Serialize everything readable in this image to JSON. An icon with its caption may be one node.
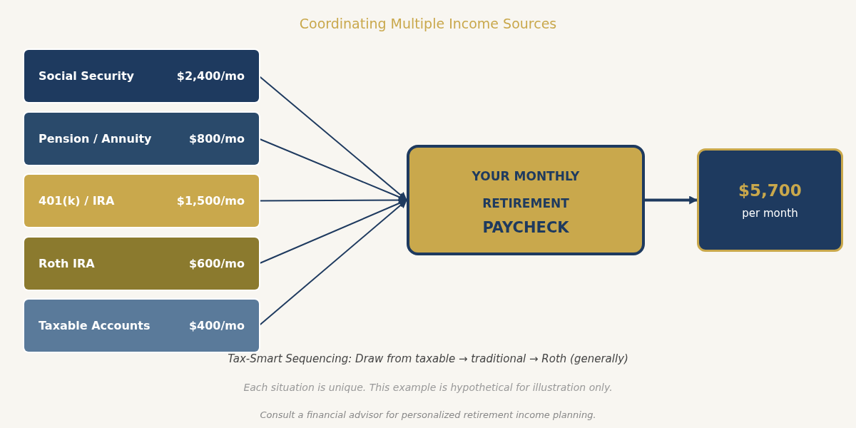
{
  "diagram": {
    "nodes": [
      {
        "text": [
          "Social Security",
          "$2,400/mo"
        ]
      },
      {
        "text": [
          "Pension / Annuity",
          "$800/mo"
        ]
      },
      {
        "text": [
          "401(k) / IRA",
          "$1,500/mo"
        ]
      },
      {
        "text": [
          "Roth IRA",
          "$600/mo"
        ]
      },
      {
        "text": [
          "Taxable Accounts",
          "$400/mo"
        ]
      },
      {
        "text": [
          "YOUR MONTHLY RETIREMENT",
          "PAYCHECK"
        ]
      },
      {
        "text": [
          "$5,700",
          "per month"
        ]
      }
    ],
    "edges": [
      {
        "from": 0,
        "to": 5,
        "arrow": "to"
      },
      {
        "from": 1,
        "to": 5,
        "arrow": "to"
      },
      {
        "from": 2,
        "to": 5,
        "arrow": "to"
      },
      {
        "from": 3,
        "to": 5,
        "arrow": "to"
      },
      {
        "from": 4,
        "to": 5,
        "arrow": "to"
      },
      {
        "from": 5,
        "to": 6,
        "arrow": "to",
        "style": "thick"
      }
    ],
    "labels": [
      "Coordinating Multiple Income Sources",
      "Tax-Smart Sequencing: Draw from taxable → traditional → Roth (generally)",
      "Each situation is unique. This example is hypothetical for illustration only.",
      "Consult a financial advisor for personalized retirement income planning."
    ]
  }
}
